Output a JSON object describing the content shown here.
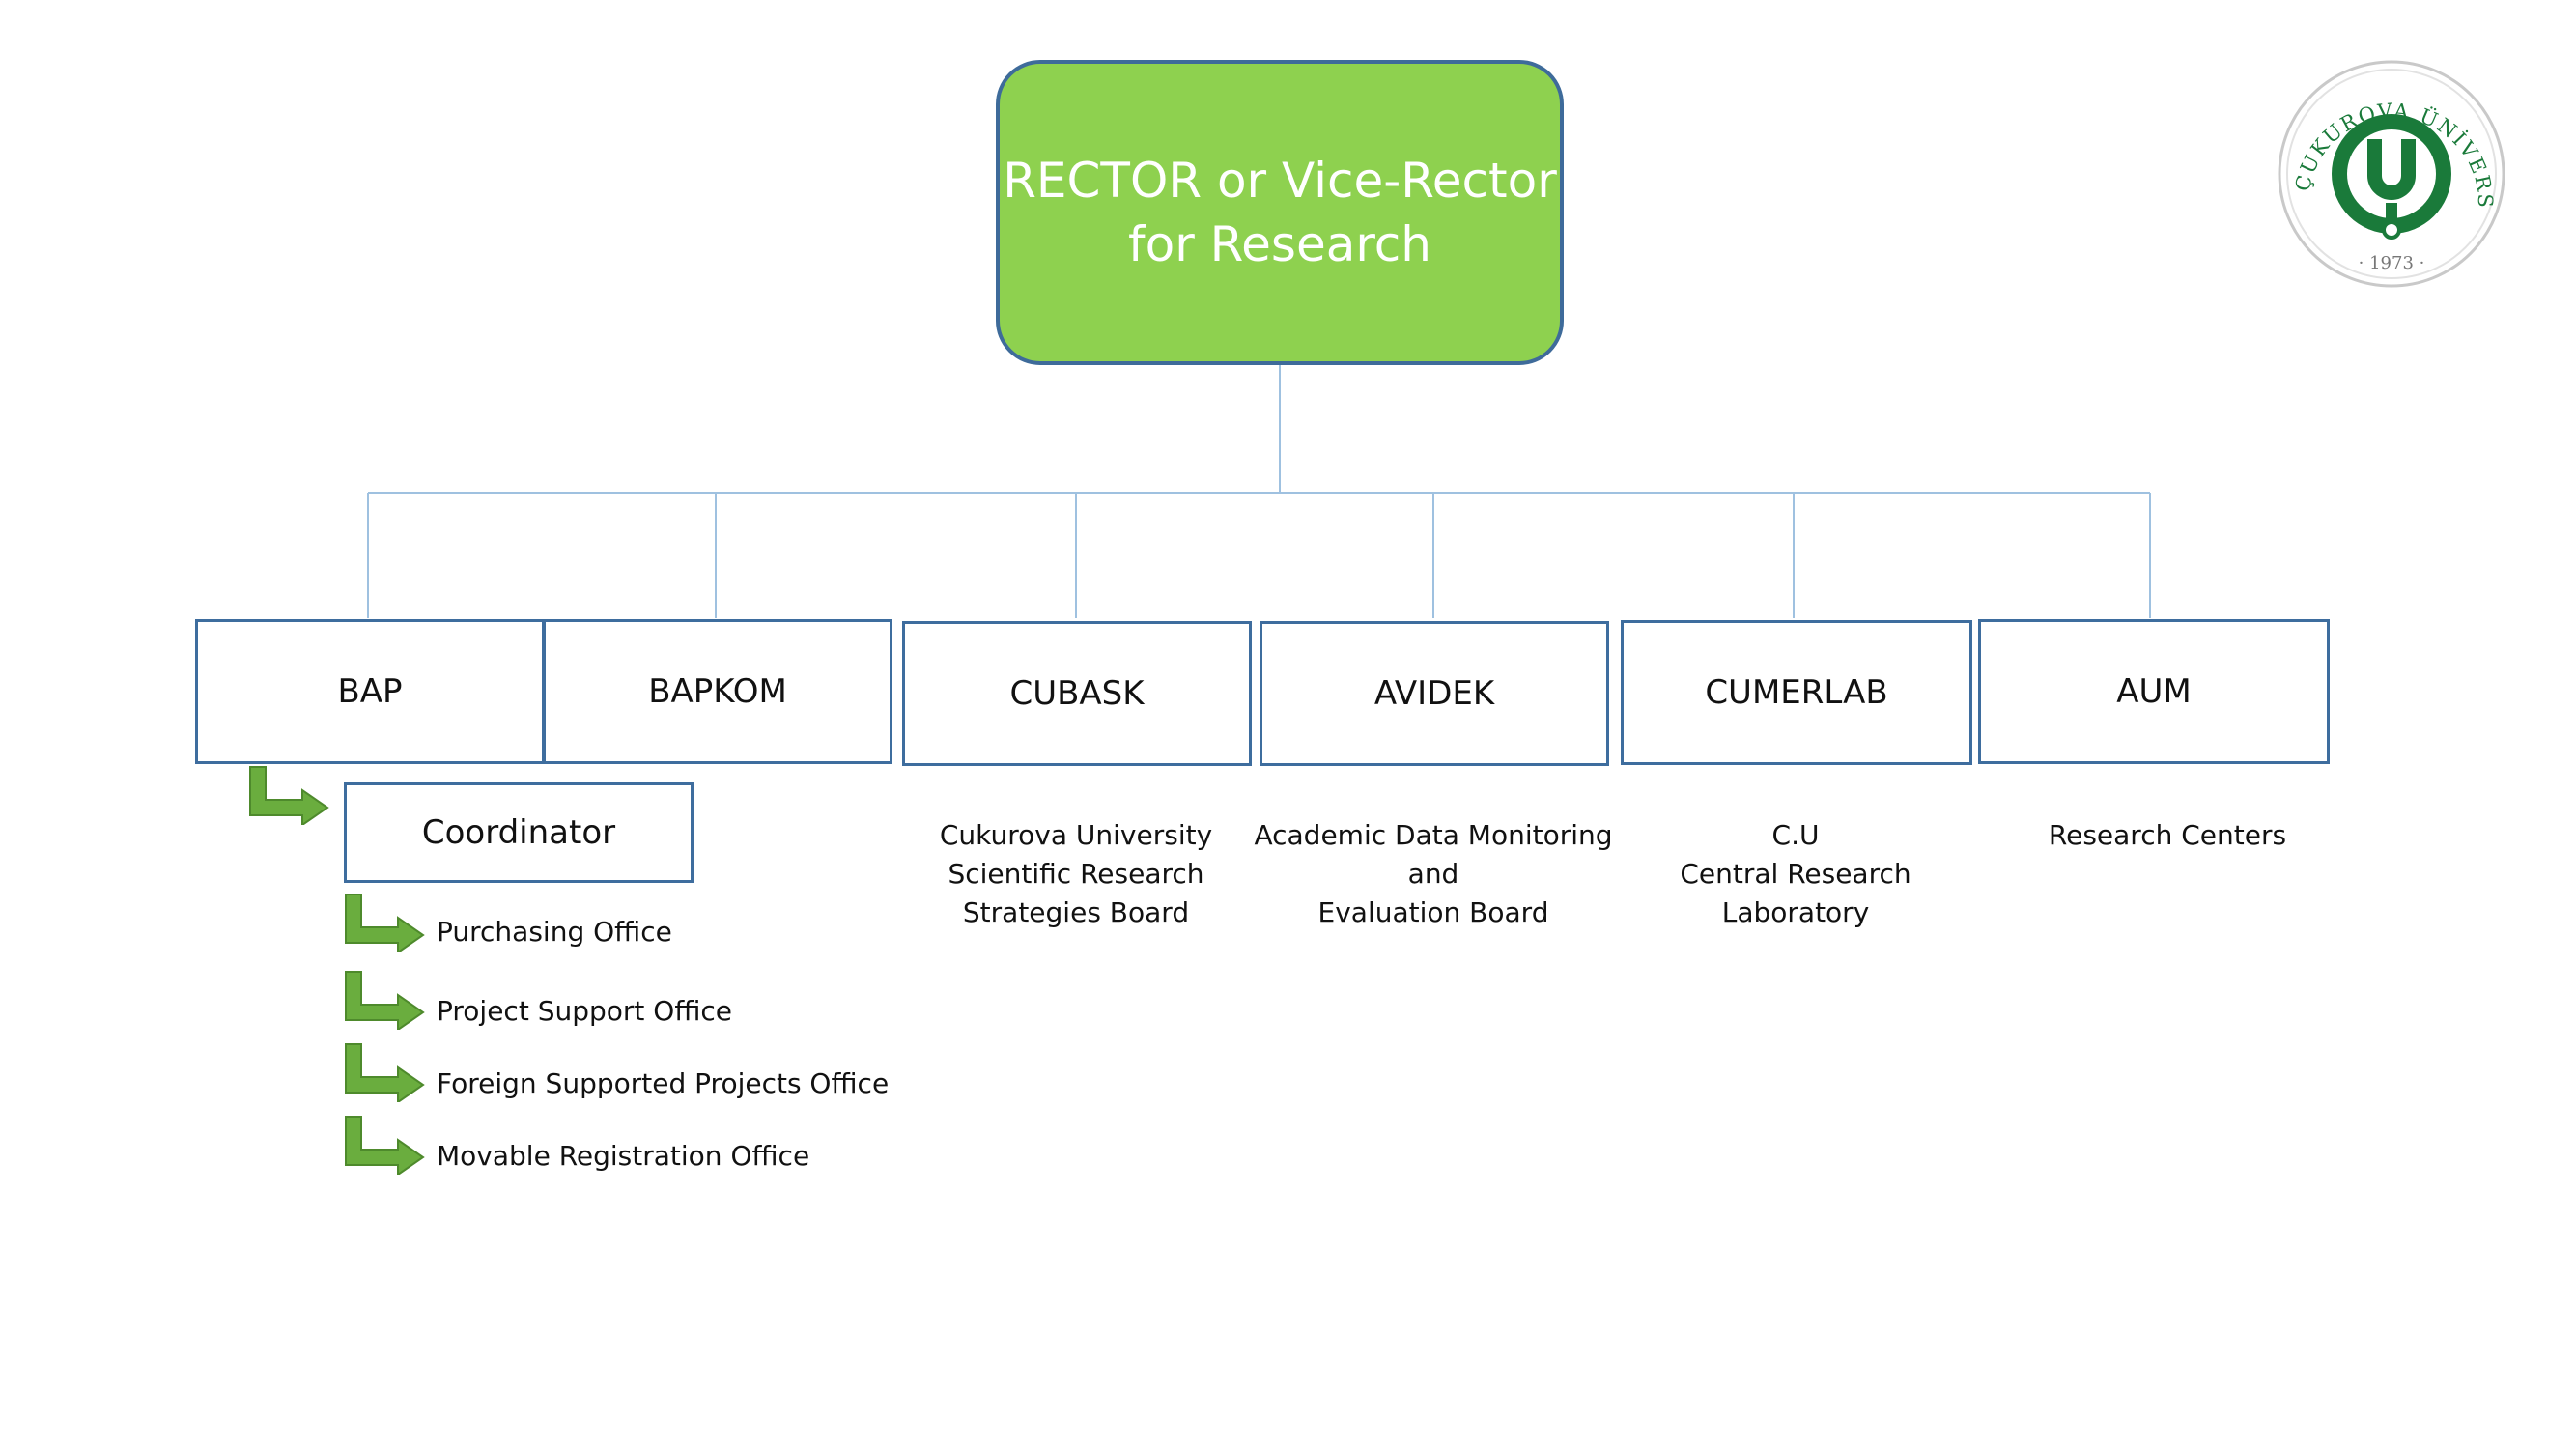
{
  "root": {
    "lines": [
      "RECTOR or Vice-Rector",
      "for Research"
    ],
    "fill": "#8ed14f",
    "border": "#3e6b9a"
  },
  "units": [
    {
      "label": "BAP",
      "desc": []
    },
    {
      "label": "BAPKOM",
      "desc": []
    },
    {
      "label": "CUBASK",
      "desc": [
        "Cukurova University",
        "Scientific Research",
        "Strategies Board"
      ]
    },
    {
      "label": "AVIDEK",
      "desc": [
        "Academic Data Monitoring",
        "and",
        "Evaluation Board"
      ]
    },
    {
      "label": "CUMERLAB",
      "desc": [
        "C.U",
        "Central Research",
        "Laboratory"
      ]
    },
    {
      "label": "AUM",
      "desc": [
        "Research Centers"
      ]
    }
  ],
  "coordinator": {
    "label": "Coordinator"
  },
  "offices": [
    {
      "label": "Purchasing Office"
    },
    {
      "label": "Project Support Office"
    },
    {
      "label": "Foreign Supported Projects Office"
    },
    {
      "label": "Movable Registration Office"
    }
  ],
  "logo": {
    "ring_text": "ÇUKUROVA ÜNİVERSİTESİ",
    "year": "1973",
    "color": "#1a7a3a"
  },
  "colors": {
    "connector": "#9fc1e0",
    "box_border": "#3e6d9e",
    "arrow_green": "#6aad3e"
  }
}
